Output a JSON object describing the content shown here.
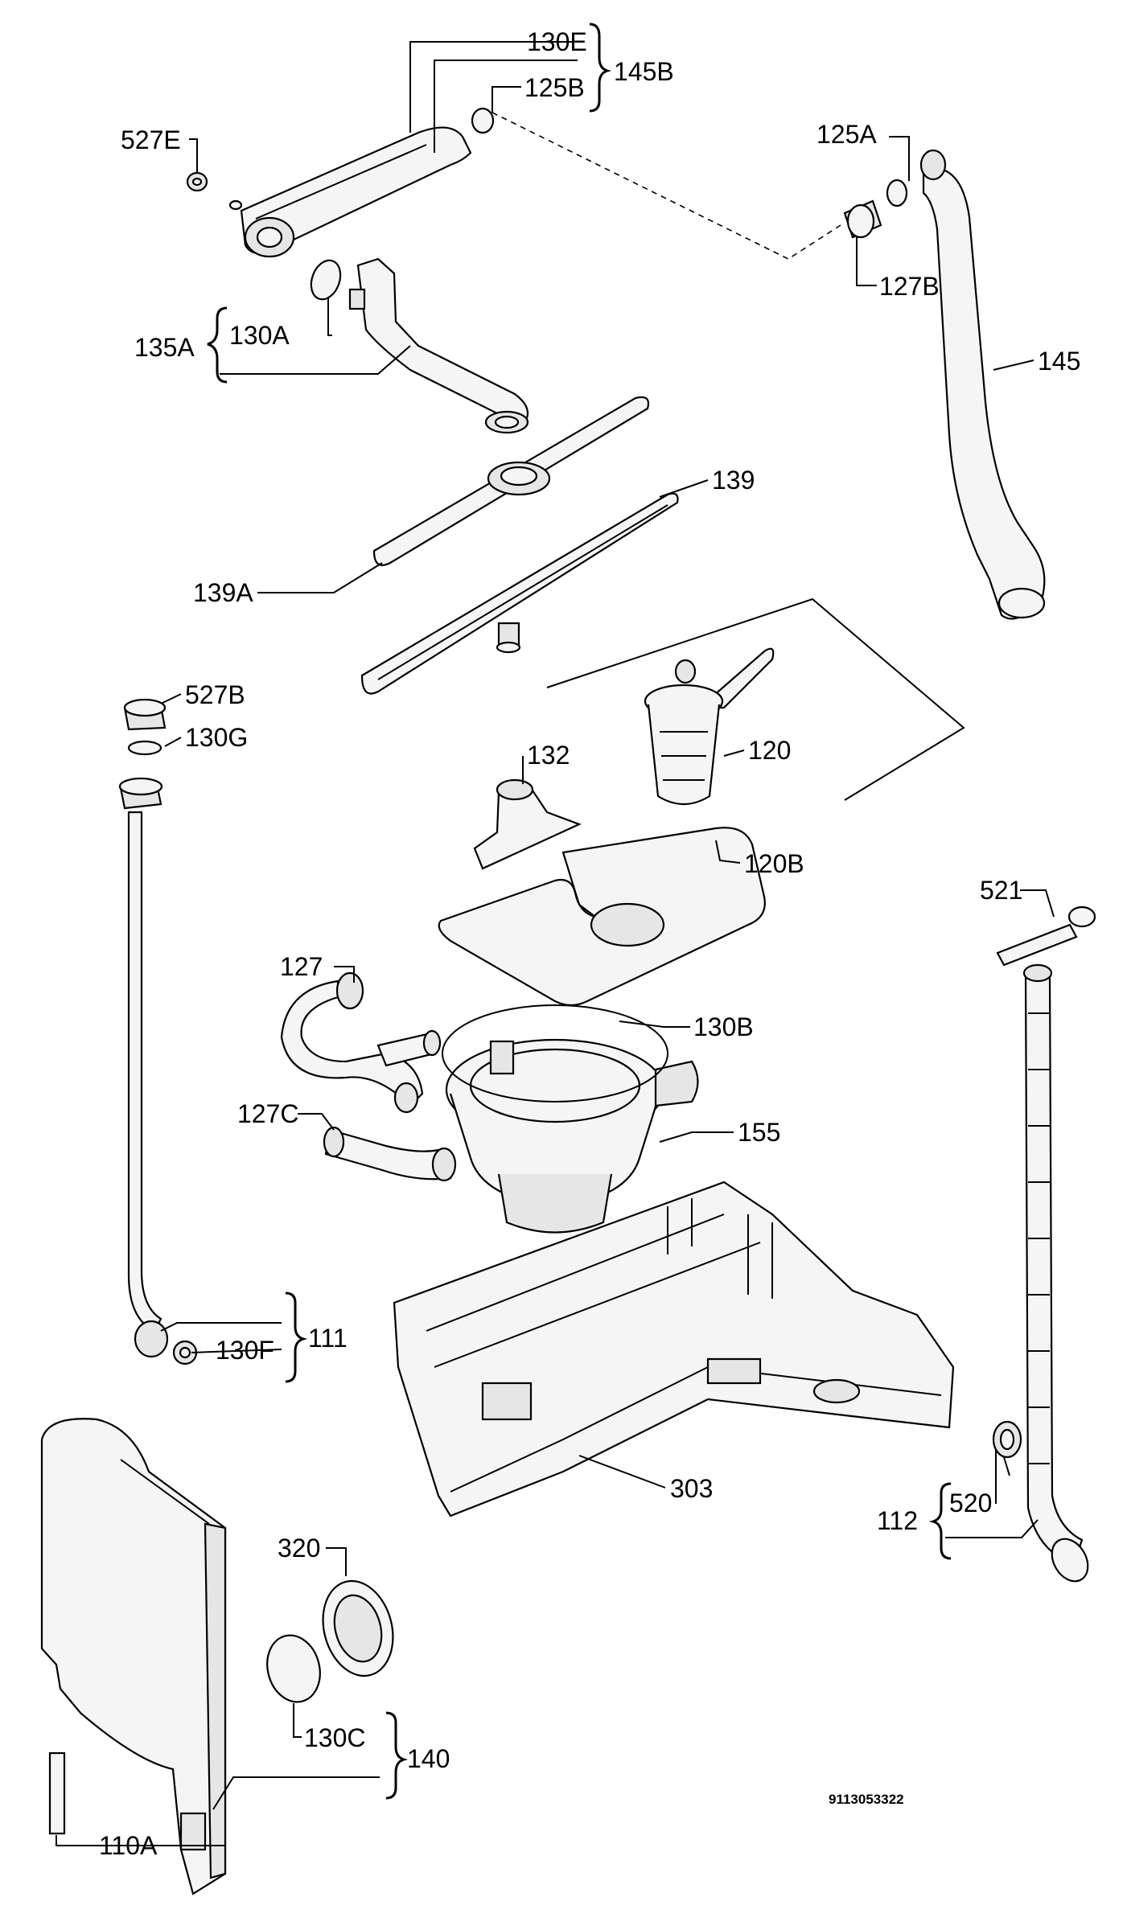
{
  "labels": {
    "l130E": "130E",
    "l145B": "145B",
    "l125B": "125B",
    "l527E": "527E",
    "l125A": "125A",
    "l127B": "127B",
    "l135A": "135A",
    "l130A": "130A",
    "l145": "145",
    "l139": "139",
    "l139A": "139A",
    "l527B": "527B",
    "l130G": "130G",
    "l132": "132",
    "l120": "120",
    "l120B": "120B",
    "l521": "521",
    "l127": "127",
    "l130B": "130B",
    "l127C": "127C",
    "l155": "155",
    "l111": "111",
    "l130F": "130F",
    "l303": "303",
    "l112": "112",
    "l520": "520",
    "l320": "320",
    "l130C": "130C",
    "l140": "140",
    "l110A": "110A"
  },
  "code": "9113053322"
}
